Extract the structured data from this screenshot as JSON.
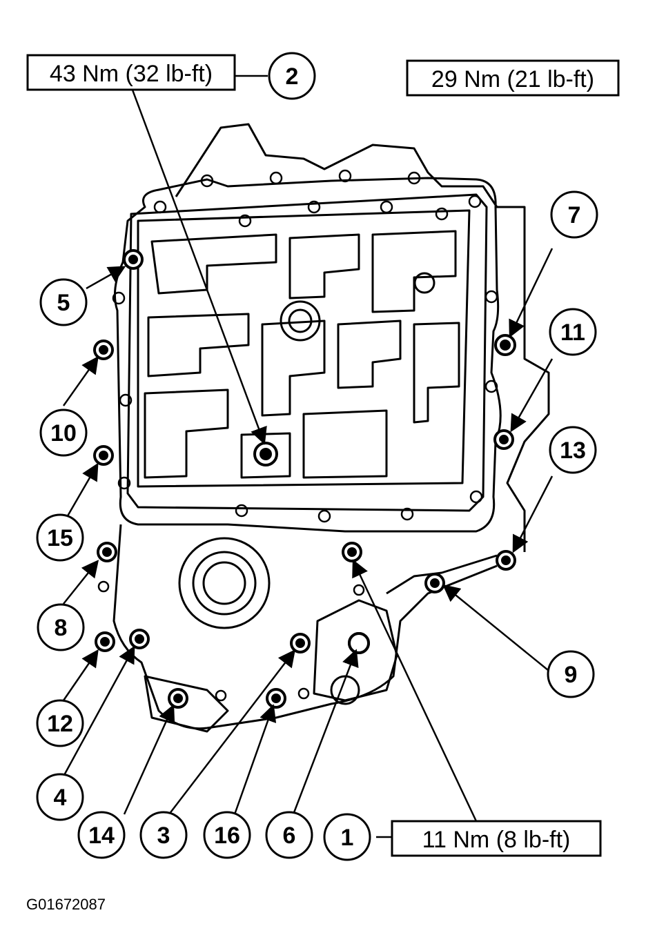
{
  "torque_labels": {
    "top_left": "43 Nm (32 lb-ft)",
    "top_right": "29 Nm (21 lb-ft)",
    "bottom_right": "11 Nm (8 lb-ft)"
  },
  "callouts": [
    "1",
    "2",
    "3",
    "4",
    "5",
    "6",
    "7",
    "8",
    "9",
    "10",
    "11",
    "12",
    "13",
    "14",
    "15",
    "16"
  ],
  "figure_id": "G01672087"
}
